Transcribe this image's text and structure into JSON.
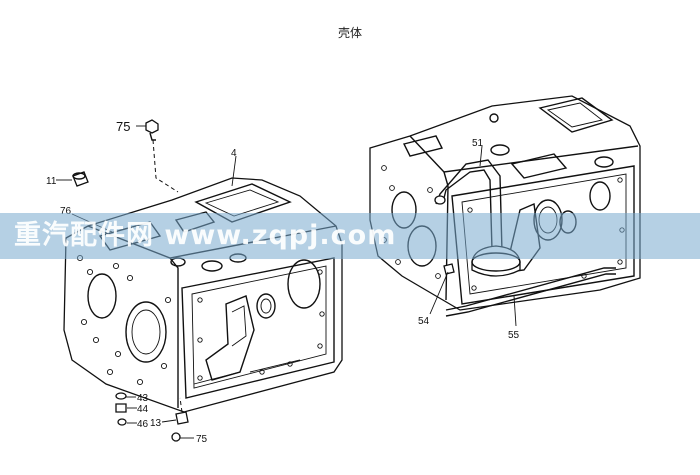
{
  "title": "壳体",
  "watermark": "重汽配件网 www.zqpj.com",
  "callouts": {
    "c75_top": "75",
    "c11": "11",
    "c76": "76",
    "c4": "4",
    "c43": "43",
    "c44": "44",
    "c46": "46",
    "c13": "13",
    "c75_bottom": "75",
    "c51": "51",
    "c54": "54",
    "c55": "55"
  },
  "colors": {
    "line": "#111111",
    "watermark_band": "#78aacd"
  }
}
